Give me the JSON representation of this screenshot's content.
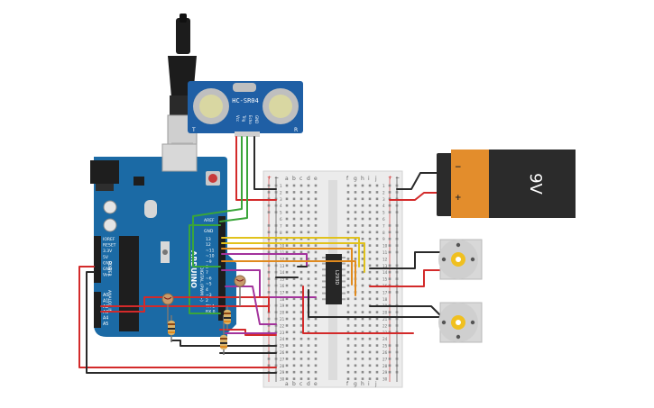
{
  "sensor": {
    "model": "HC-SR04",
    "marks": {
      "left": "T",
      "right": "R"
    },
    "pins": [
      "Vcc",
      "Trig",
      "Echo",
      "GND"
    ]
  },
  "battery": {
    "voltage": "9V",
    "neg": "−",
    "pos": "+"
  },
  "arduino": {
    "brand": "ARDUINO",
    "ref_pin": "AREF",
    "gnd_pin": "GND",
    "digital_pins": [
      "13",
      "12",
      "~11",
      "~10",
      "~9",
      "8",
      "7",
      "~6",
      "~5",
      "4",
      "~3",
      "2",
      "TX 1",
      "RX 0"
    ],
    "power_pins": [
      "IOREF",
      "RESET",
      "3.3V",
      "5V",
      "GND",
      "GND",
      "Vin"
    ],
    "analog_pins": [
      "A0",
      "A1",
      "A2",
      "A3",
      "A4",
      "A5"
    ],
    "section_digital": "DIGITAL (PWM ~)",
    "section_power": "POWER",
    "section_analog": "ANALOG IN"
  },
  "breadboard": {
    "left_cols": [
      "a",
      "b",
      "c",
      "d",
      "e"
    ],
    "right_cols": [
      "f",
      "g",
      "h",
      "i",
      "j"
    ],
    "rail_plus": "+",
    "rail_minus": "−",
    "row_labels": [
      "1",
      "2",
      "3",
      "4",
      "5",
      "6",
      "7",
      "8",
      "9",
      "10",
      "11",
      "12",
      "13",
      "14",
      "15",
      "16",
      "17",
      "18",
      "19",
      "20",
      "21",
      "22",
      "23",
      "24",
      "25",
      "26",
      "27",
      "28",
      "29",
      "30"
    ]
  },
  "driver_ic": {
    "label": "L293D"
  },
  "colors": {
    "board_blue": "#1b6aa5",
    "wire_red": "#d32a2a",
    "wire_black": "#2a2a2a",
    "wire_green": "#3aa53a",
    "wire_yellow": "#e1c21c",
    "wire_orange": "#e08a1e",
    "wire_purple": "#a3339c",
    "battery_orange": "#e38d2c",
    "battery_dark": "#2b2b2b"
  }
}
